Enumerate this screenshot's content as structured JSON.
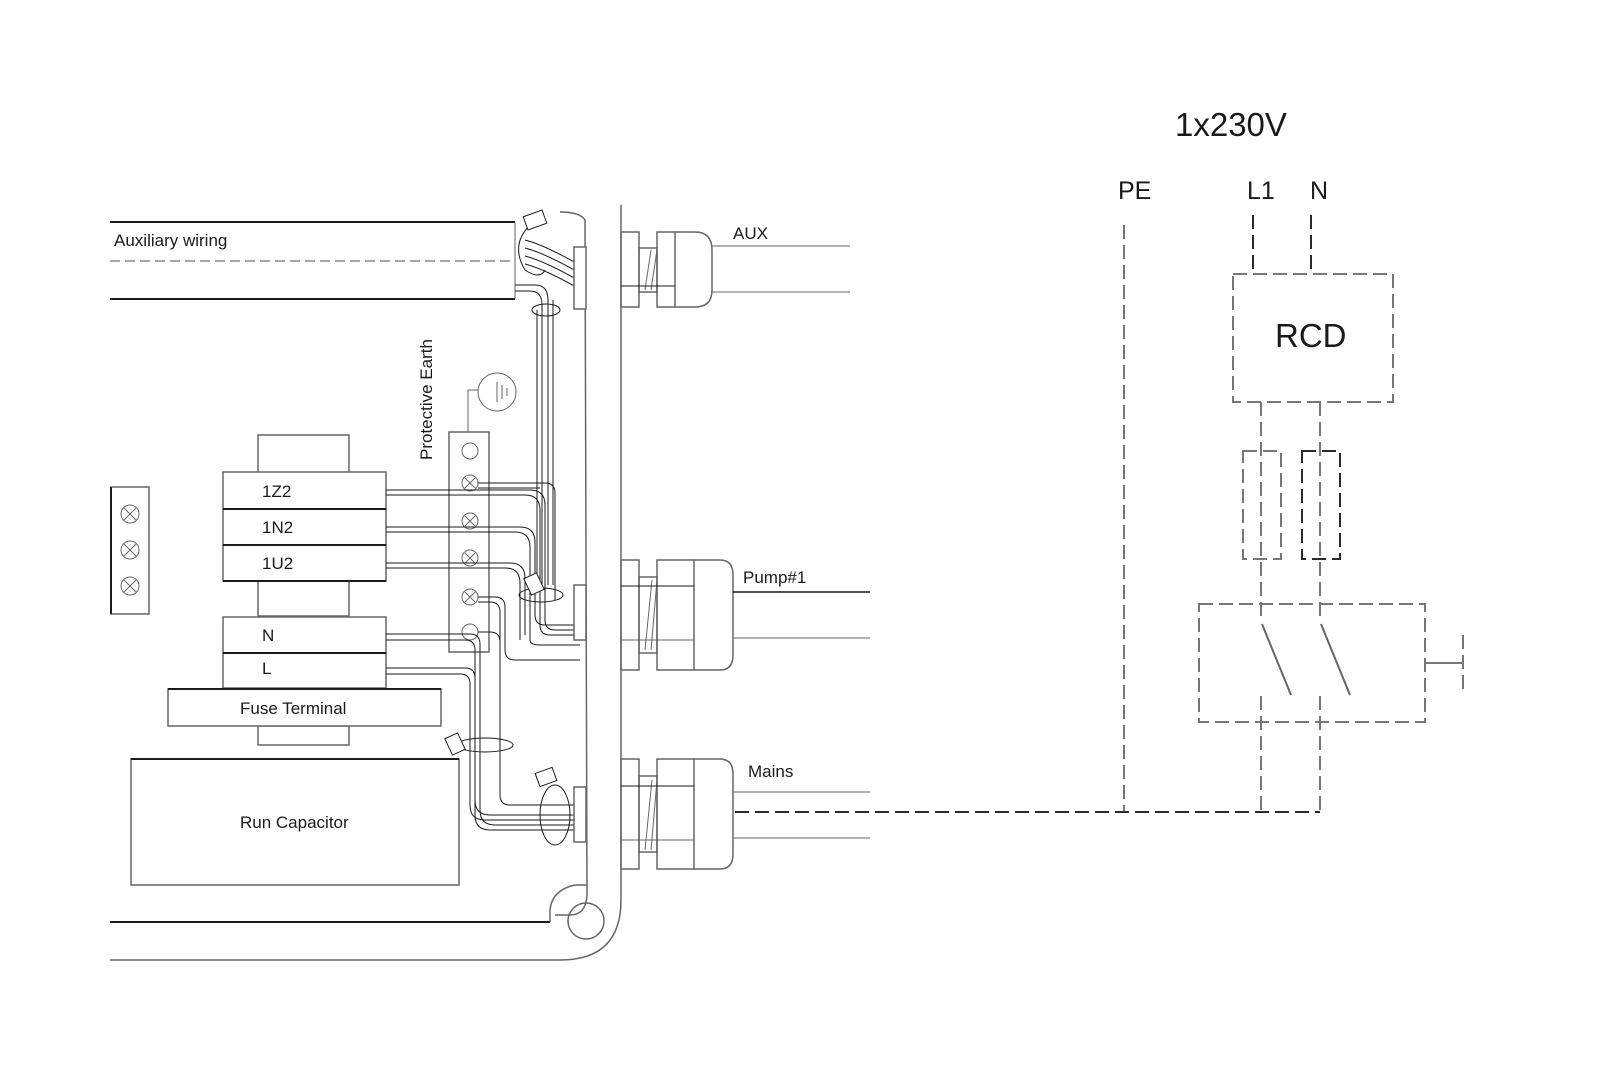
{
  "title": "1x230V",
  "supply": {
    "pe": "PE",
    "l1": "L1",
    "n": "N",
    "rcd": "RCD"
  },
  "enclosure": {
    "auxiliary_wiring": "Auxiliary wiring",
    "protective_earth": "Protective Earth",
    "motor_terminals": [
      "1Z2",
      "1N2",
      "1U2"
    ],
    "supply_terminals": [
      "N",
      "L"
    ],
    "fuse_terminal": "Fuse Terminal",
    "run_capacitor": "Run Capacitor"
  },
  "glands": [
    {
      "label": "AUX"
    },
    {
      "label": "Pump#1"
    },
    {
      "label": "Mains"
    }
  ],
  "colors": {
    "line": "#1a1a1a",
    "dashed": "#777777",
    "background": "#ffffff"
  }
}
